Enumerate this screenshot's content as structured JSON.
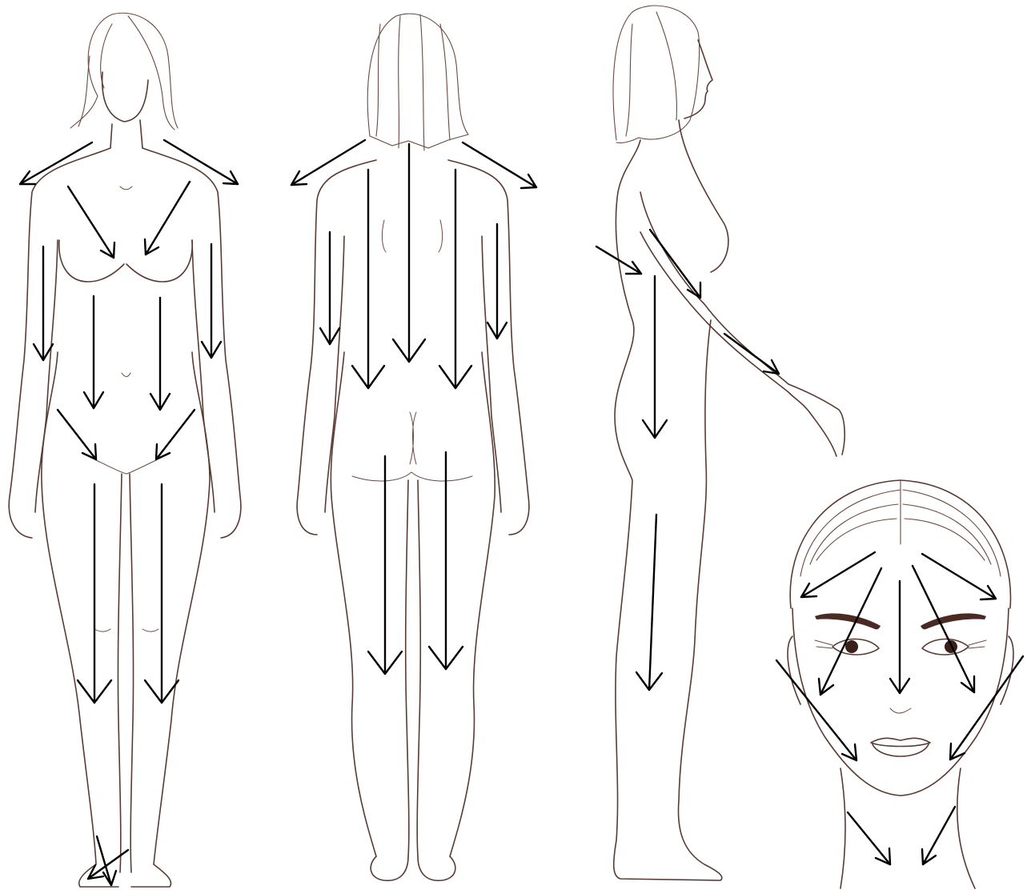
{
  "figure": {
    "views": [
      "front",
      "back",
      "side",
      "face"
    ],
    "line_color": "#5a3b32",
    "arrow_color": "#000000"
  }
}
